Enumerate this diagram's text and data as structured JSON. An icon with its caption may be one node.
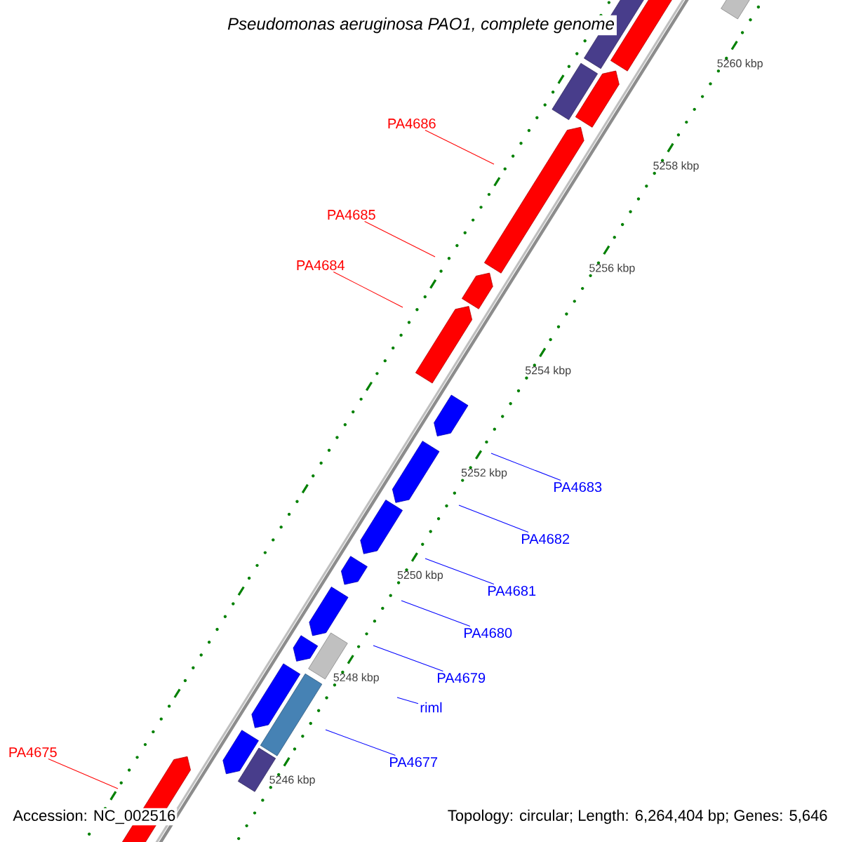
{
  "diagram": {
    "title": "Pseudomonas aeruginosa PAO1, complete genome",
    "nodes": [
      {
        "text": [
          "PA4686"
        ]
      },
      {
        "text": [
          "PA4685"
        ]
      },
      {
        "text": [
          "PA4684"
        ]
      },
      {
        "text": [
          "PA4683"
        ]
      },
      {
        "text": [
          "PA4682"
        ]
      },
      {
        "text": [
          "PA4681"
        ]
      },
      {
        "text": [
          "PA4680"
        ]
      },
      {
        "text": [
          "PA4679"
        ]
      },
      {
        "text": [
          "riml"
        ]
      },
      {
        "text": [
          "PA4677"
        ]
      },
      {
        "text": [
          "PA4675"
        ]
      }
    ],
    "edges": [
      {
        "from": 0,
        "to": null,
        "arrow": "none",
        "color": "#ff0000"
      },
      {
        "from": 1,
        "to": null,
        "arrow": "none",
        "color": "#ff0000"
      },
      {
        "from": 2,
        "to": null,
        "arrow": "none",
        "color": "#ff0000"
      },
      {
        "from": 3,
        "to": null,
        "arrow": "none"
      },
      {
        "from": 4,
        "to": null,
        "arrow": "none"
      },
      {
        "from": 5,
        "to": null,
        "arrow": "none"
      },
      {
        "from": 6,
        "to": null,
        "arrow": "none"
      },
      {
        "from": 7,
        "to": null,
        "arrow": "none"
      },
      {
        "from": 8,
        "to": null,
        "arrow": "none"
      },
      {
        "from": 9,
        "to": null,
        "arrow": "none"
      },
      {
        "from": 10,
        "to": null,
        "arrow": "none",
        "color": "#ff0000"
      }
    ],
    "labels": [
      "5260 kbp",
      "5258 kbp",
      "5256 kbp",
      "5254 kbp",
      "5252 kbp",
      "5250 kbp",
      "5248 kbp",
      "5246 kbp",
      "Accession: NC_002516",
      "Topology: circular; Length: 6,264,404 bp; Genes: 5,646"
    ]
  }
}
